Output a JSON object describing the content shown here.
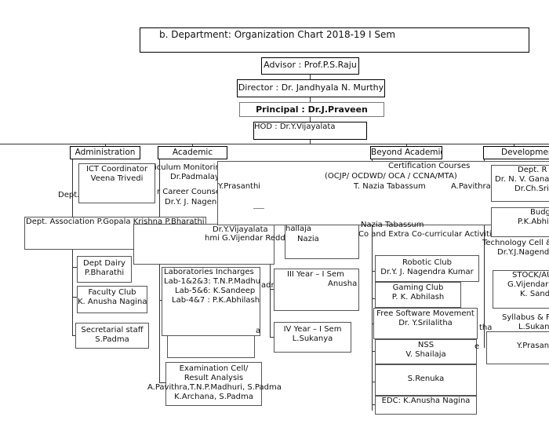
{
  "title": "b. Department:  Organization Chart 2018-19 I Sem",
  "advisor": "Advisor : Prof.P.S.Raju",
  "director": "Director : Dr. Jandhyala N. Murthy",
  "principal": "Principal : Dr.J.Praveen",
  "hod": "HOD : Dr.Y.Vijayalata",
  "heads": {
    "administration": "Administration",
    "academic": "Academic",
    "beyond": "Beyond Academic",
    "development": "Development"
  },
  "admin": {
    "ict": [
      "ICT Coordinator",
      "Veena Trivedi"
    ],
    "dept_partial": "Dept.",
    "association": "Dept. Association  P.Gopala Krishna   P.Bharathi",
    "dairy": [
      "Dept Dairy",
      "P.Bharathi"
    ],
    "faculty_club": [
      "Faculty Club",
      "K. Anusha Nagina"
    ],
    "secretarial": [
      "Secretarial staff",
      "S.Padma"
    ]
  },
  "academic": {
    "curriculum": [
      "iculum Monitorin",
      "Dr.Padmalay"
    ],
    "career": [
      "r Career Counsel",
      "Dr.Y. J. Nagend"
    ],
    "prasanthi": "Y.Prasanthi",
    "vijayalata": "Dr.Y.Vijayalata",
    "vijendar": "hmi G.Vijendar Reddy",
    "hallaja": "hallaja",
    "nazia": "Nazia",
    "labs": [
      "Laboratories Incharges",
      "Lab-1&2&3: T.N.P.Madhuri",
      "Lab-5&6: K.Sandeep",
      "Lab-4&7 : P.K.Abhilash"
    ],
    "adma": "adma",
    "a_frag": "a",
    "third_year": [
      "III Year – I Sem",
      "Anusha Nag"
    ],
    "fourth_year": [
      "IV Year – I Sem",
      "L.Sukanya"
    ],
    "exam": [
      "Examination Cell/",
      "Result Analysis",
      "A.Pavithra,T.N.P.Madhuri,     S.Padma",
      "K.Archana, S.Padma"
    ]
  },
  "beyond": {
    "certification": [
      "Certification Courses",
      "(OCJP/ OCDWD/ OCA / CCNA/MTA)",
      "T. Nazia Tabassum",
      "A.Pavithra"
    ],
    "nazia_tab": "Nazia Tabassum",
    "co_extra": "Co and Extra Co-curricular Activitie",
    "robotic": [
      "Robotic Club",
      "Dr.Y. J. Nagendra Kumar"
    ],
    "gaming": [
      "Gaming Club",
      "P. K. Abhilash"
    ],
    "fsm": [
      "Free Software Movement",
      "Dr. Y.Srilalitha"
    ],
    "nss": [
      "NSS",
      "V. Shailaja"
    ],
    "renuka": "S.Renuka",
    "edc": "EDC: K.Anusha Nagina",
    "tha": "tha",
    "e_frag": "e"
  },
  "development": {
    "rnd": [
      "Dept. R",
      "Dr. N. V. Ganap",
      "Dr.Ch.Sril"
    ],
    "budget": [
      "Budg",
      "P.K.Abhil"
    ],
    "tech": [
      "Technology Cell &",
      "Dr.Y.J.Nagend"
    ],
    "stock": [
      "STOCK/AU",
      "G.Vijendar",
      "K. Sande"
    ],
    "syllabus": [
      "Syllabus & F",
      "L.Sukan"
    ],
    "prasan": "Y.Prasan"
  }
}
